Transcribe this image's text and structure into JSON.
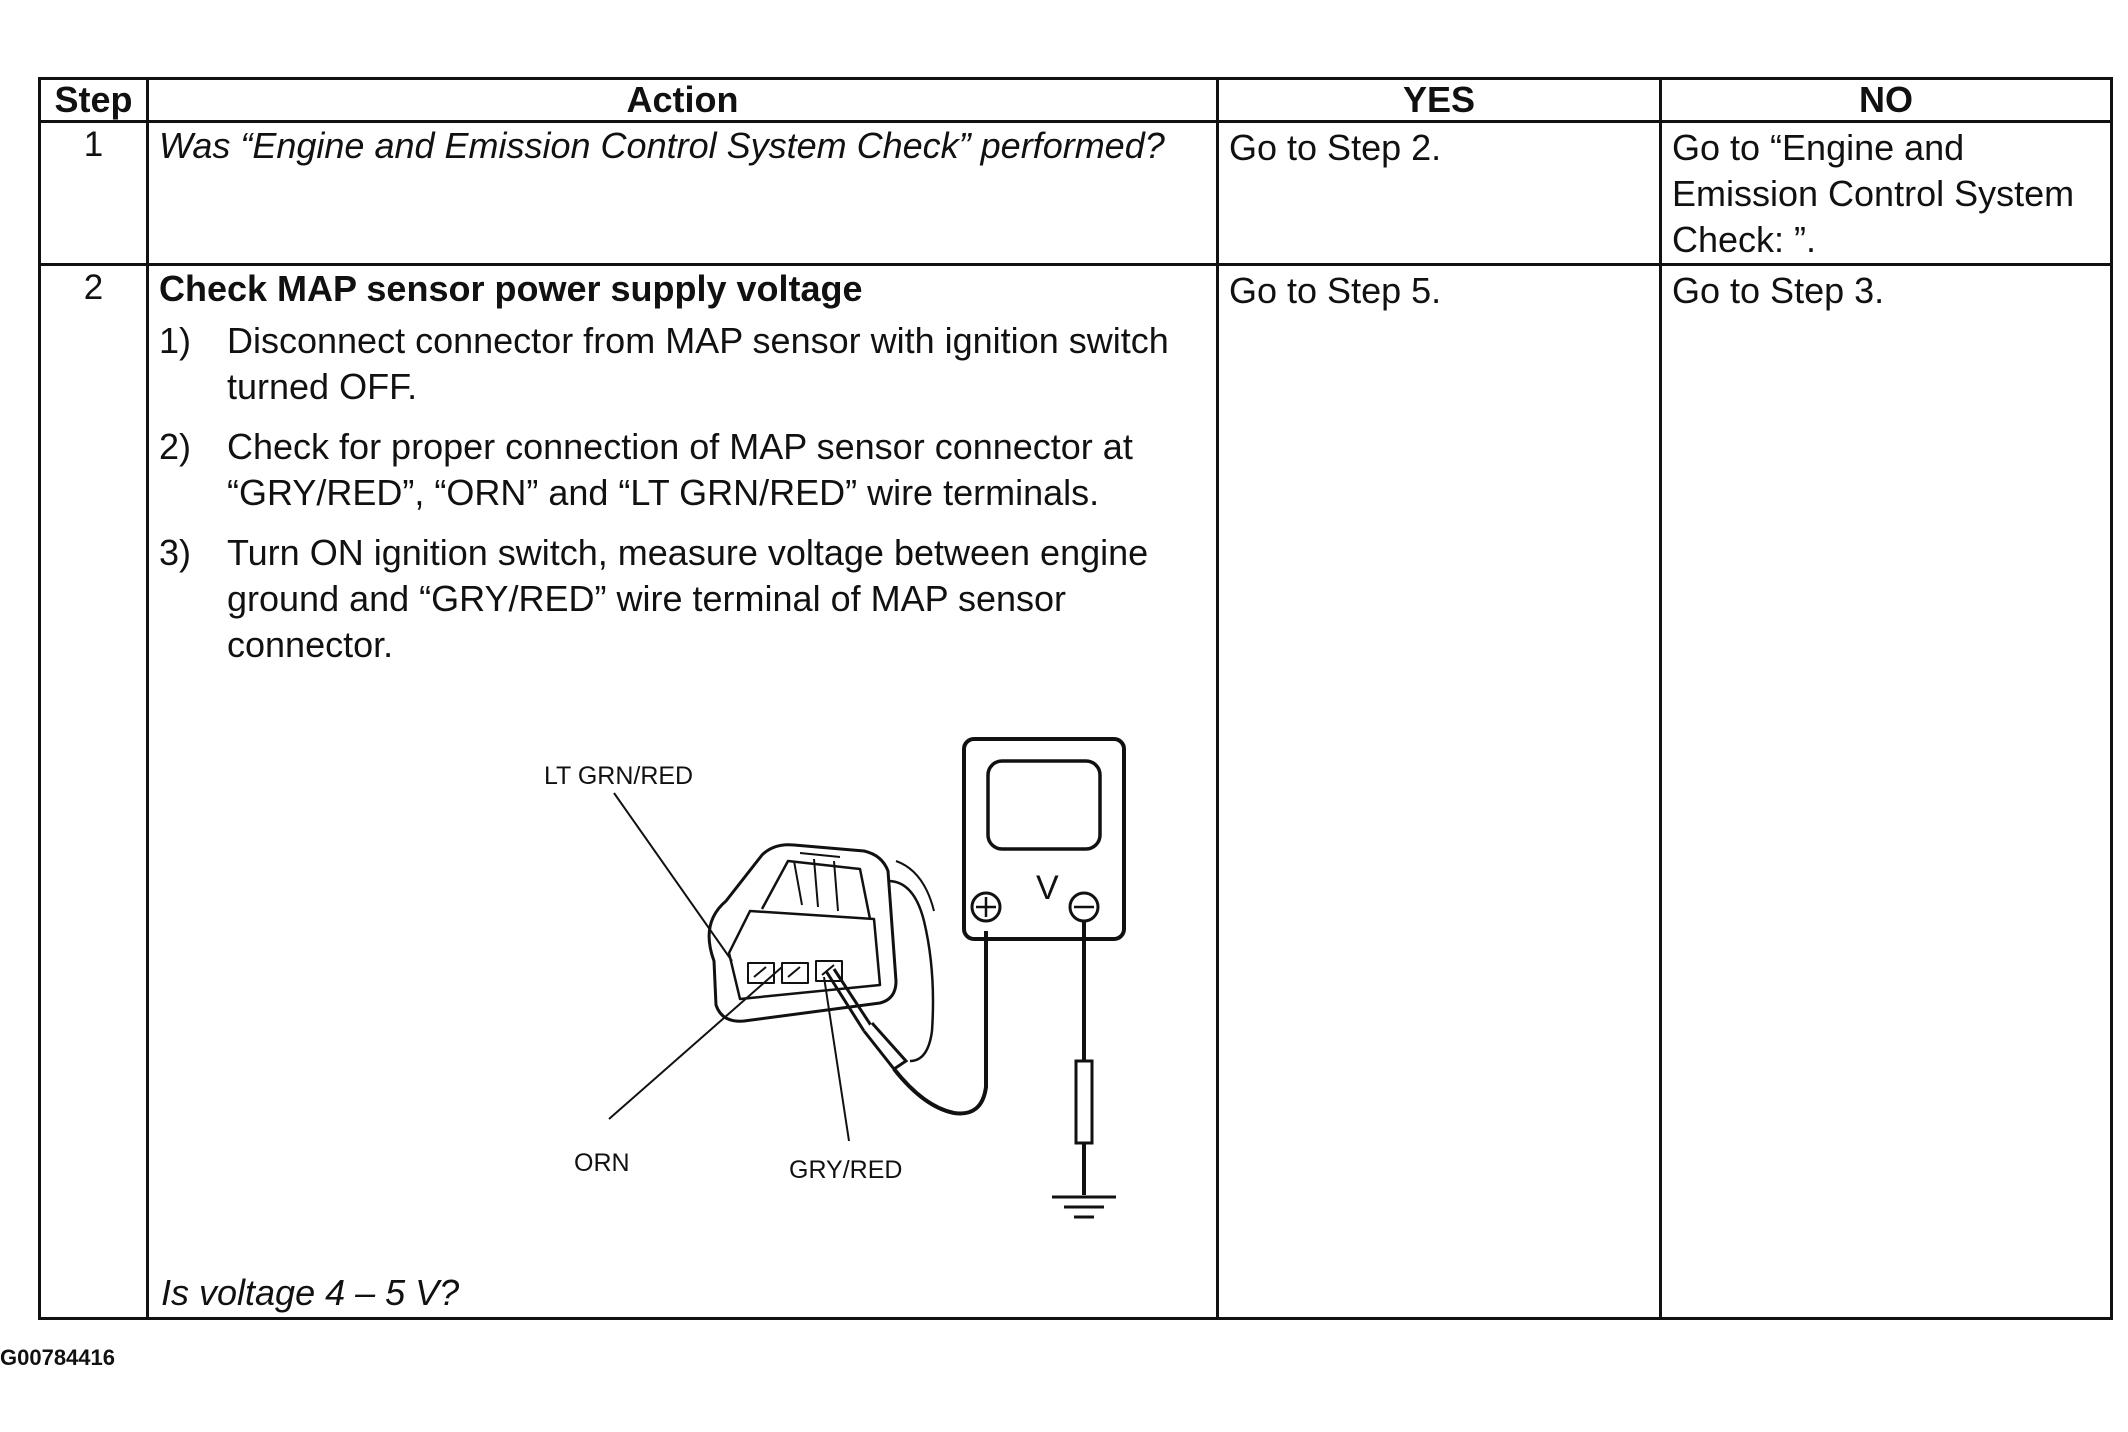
{
  "header": {
    "step": "Step",
    "action": "Action",
    "yes": "YES",
    "no": "NO"
  },
  "rows": [
    {
      "step": "1",
      "action_question": "Was “Engine and Emission Control System Check” performed?",
      "yes": "Go to Step 2.",
      "no": "Go to “Engine and Emission Control System Check: ”."
    },
    {
      "step": "2",
      "action_title": "Check MAP sensor power supply voltage",
      "substeps": [
        {
          "num": "1)",
          "text": "Disconnect connector from MAP sensor with ignition switch turned OFF."
        },
        {
          "num": "2)",
          "text": "Check for proper connection of MAP sensor connector at “GRY/RED”, “ORN” and “LT GRN/RED” wire terminals."
        },
        {
          "num": "3)",
          "text": "Turn ON ignition switch, measure voltage between engine ground and “GRY/RED” wire terminal of MAP sensor connector."
        }
      ],
      "diagram_labels": {
        "lt_grn_red": "LT GRN/RED",
        "orn": "ORN",
        "gry_red": "GRY/RED",
        "meter_v": "V"
      },
      "action_question": "Is voltage 4 – 5 V?",
      "yes": "Go to Step 5.",
      "no": "Go to Step 3."
    }
  ],
  "figure_id": "G00784416"
}
